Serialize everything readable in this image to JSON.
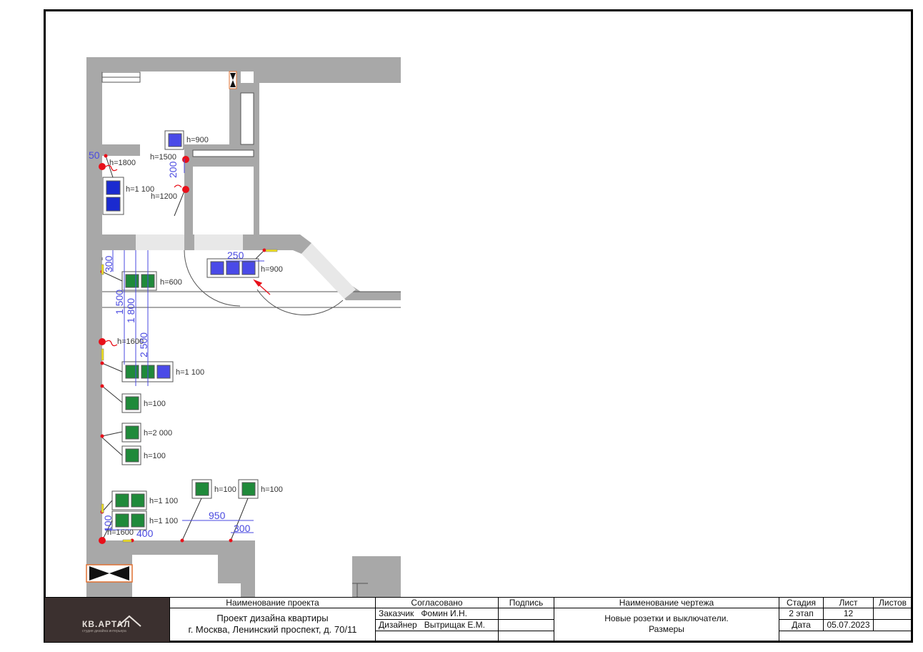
{
  "labels": {
    "h900a": "h=900",
    "h1500": "h=1500",
    "h1800": "h=1800",
    "h1100a": "h=1 100",
    "h1200": "h=1200",
    "h600": "h=600",
    "h900b": "h=900",
    "h1600a": "h=1600",
    "h1100b": "h=1 100",
    "h100a": "h=100",
    "h2000": "h=2 000",
    "h100b": "h=100",
    "h1100c": "h=1 100",
    "h1100d": "h=1 100",
    "h100c": "h=100",
    "h100d": "h=100",
    "h1600b": "h=1600"
  },
  "dimensions": {
    "d50": "50",
    "d200": "200",
    "d250": "250",
    "d300a": "300",
    "d1500": "1 500",
    "d1800": "1 800",
    "d2500": "2 500",
    "d950": "950",
    "d400": "400",
    "d300b": "300",
    "d100": "100"
  },
  "title_block": {
    "logo_text": "КВ.АРТАЛ",
    "logo_subtitle": "студия дизайна интерьера",
    "project_name_header": "Наименование проекта",
    "project_name_line1": "Проект дизайна квартиры",
    "project_name_line2": "г. Москва, Ленинский проспект, д. 70/11",
    "approved_header": "Согласовано",
    "signature_header": "Подпись",
    "customer_role": "Заказчик",
    "customer_name": "Фомин И.Н.",
    "designer_role": "Дизайнер",
    "designer_name": "Вытрищак Е.М.",
    "drawing_name_header": "Наименование чертежа",
    "drawing_name_line1": "Новые розетки и выключатели.",
    "drawing_name_line2": "Размеры",
    "stage_header": "Стадия",
    "stage_value": "2 этап",
    "sheet_header": "Лист",
    "sheet_value": "12",
    "sheets_header": "Листов",
    "date_header": "Дата",
    "date_value": "05.07.2023"
  },
  "colors": {
    "wall": "#a8a8a8",
    "socket_green": "#1f8a3a",
    "socket_blue": "#4a4ae8",
    "dimension": "#4a4ae0",
    "point_red": "#e8101a",
    "logo_bg": "#3b302f"
  }
}
